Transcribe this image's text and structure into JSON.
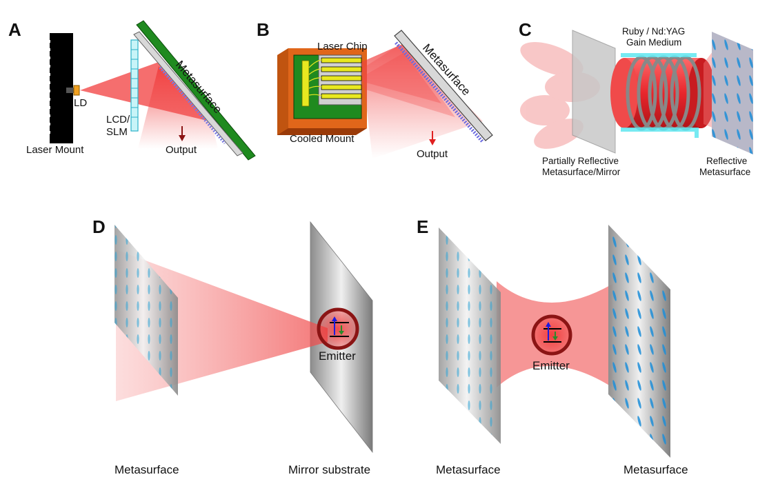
{
  "panels": {
    "a": {
      "label": "A",
      "laser_mount": "Laser Mount",
      "ld": "LD",
      "lcd_line1": "LCD/",
      "lcd_line2": "SLM",
      "metasurface": "Metasurface",
      "output": "Output"
    },
    "b": {
      "label": "B",
      "laser_chip": "Laser Chip",
      "cooled_mount": "Cooled Mount",
      "metasurface": "Metasurface",
      "output": "Output"
    },
    "c": {
      "label": "C",
      "gain_line1": "Ruby / Nd:YAG",
      "gain_line2": "Gain Medium",
      "partial_line1": "Partially Reflective",
      "partial_line2": "Metasurface/Mirror",
      "reflective_line1": "Reflective",
      "reflective_line2": "Metasurface"
    },
    "d": {
      "label": "D",
      "metasurface": "Metasurface",
      "mirror": "Mirror substrate",
      "emitter": "Emitter"
    },
    "e": {
      "label": "E",
      "metasurface_left": "Metasurface",
      "metasurface_right": "Metasurface",
      "emitter": "Emitter"
    }
  },
  "colors": {
    "beam": "#f05050",
    "mount_green": "#1f8a1f",
    "cooled_orange": "#e0661a",
    "gain_red": "#e8262c",
    "coil_cyan": "#5fe6f0",
    "emitter_ring": "#8b1414",
    "up_arrow": "#1a1ae0",
    "down_arrow": "#2a8a2a"
  }
}
